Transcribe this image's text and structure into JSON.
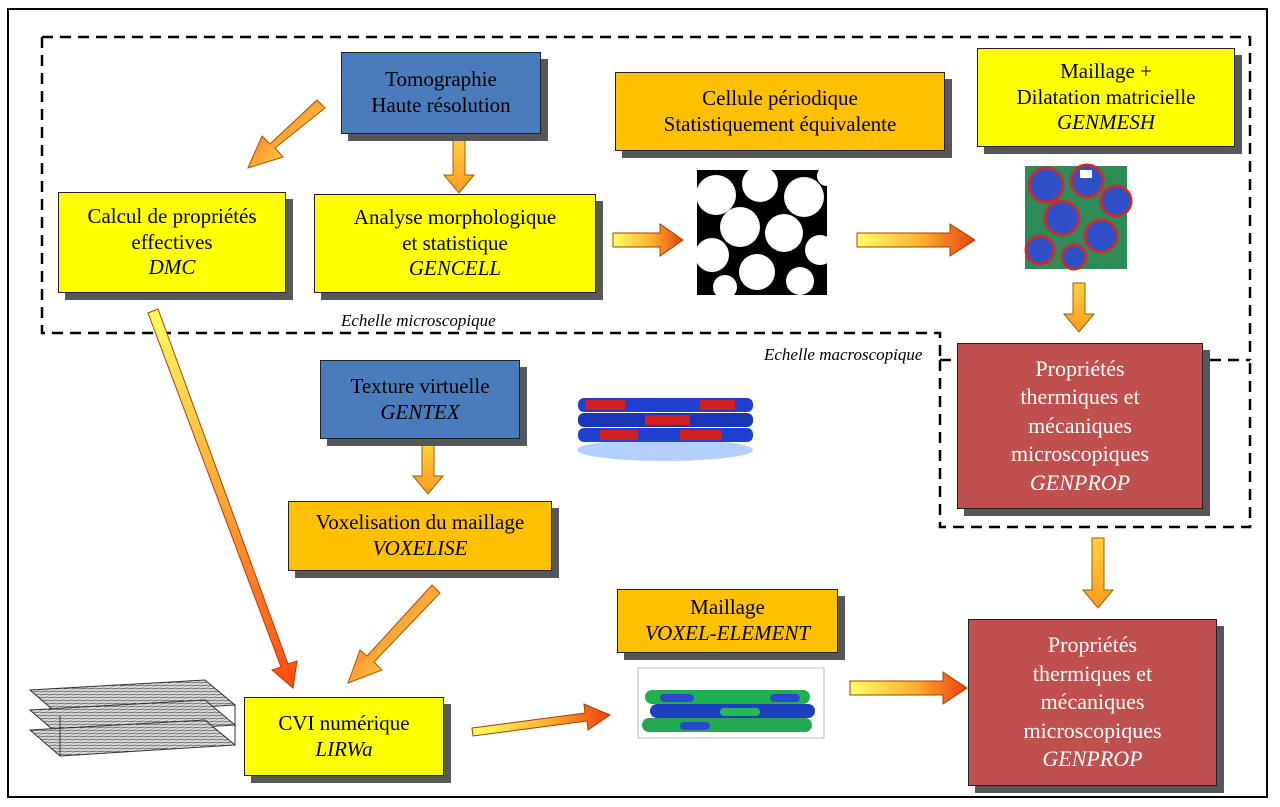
{
  "boxes": {
    "tomographie": {
      "line1": "Tomographie",
      "line2": "Haute résolution"
    },
    "cellule": {
      "line1": "Cellule périodique",
      "line2": "Statistiquement équivalente"
    },
    "maillage_dilatation": {
      "line1": "Maillage +",
      "line2": "Dilatation matricielle",
      "code": "GENMESH"
    },
    "calcul": {
      "line1": "Calcul de propriétés",
      "line2": "effectives",
      "code": "DMC"
    },
    "analyse": {
      "line1": "Analyse morphologique",
      "line2": "et statistique",
      "code": "GENCELL"
    },
    "texture": {
      "line1": "Texture virtuelle",
      "code": "GENTEX"
    },
    "voxelisation": {
      "line1": "Voxelisation du maillage",
      "code": "VOXELISE"
    },
    "maillage_voxel": {
      "line1": "Maillage",
      "code": "VOXEL-ELEMENT"
    },
    "cvi": {
      "line1": "CVI numérique",
      "code": "LIRWa"
    },
    "proprietes_micro": {
      "line1": "Propriétés",
      "line2": "thermiques  et",
      "line3": "mécaniques",
      "line4": "microscopiques",
      "code": "GENPROP"
    },
    "proprietes_macro": {
      "line1": "Propriétés",
      "line2": "thermiques  et",
      "line3": "mécaniques",
      "line4": "microscopiques",
      "code": "GENPROP"
    }
  },
  "labels": {
    "echelle_micro": "Echelle microscopique",
    "echelle_macro": "Echelle macroscopique"
  },
  "colors": {
    "blue": "#4a7cbc",
    "orange": "#ffc000",
    "yellow": "#ffff00",
    "red": "#c0504d"
  }
}
